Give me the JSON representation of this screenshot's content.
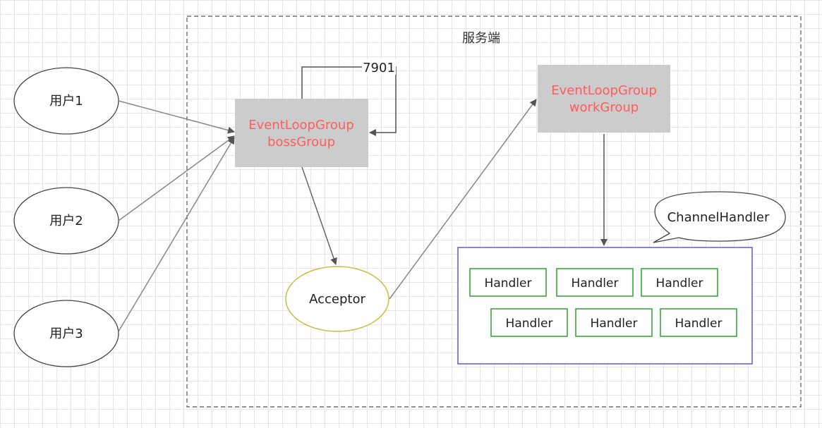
{
  "server": {
    "title": "服务端"
  },
  "users": [
    "用户1",
    "用户2",
    "用户3"
  ],
  "boss": {
    "line1": "EventLoopGroup",
    "line2": "bossGroup",
    "port": "7901"
  },
  "worker": {
    "line1": "EventLoopGroup",
    "line2": "workGroup"
  },
  "acceptor": {
    "label": "Acceptor"
  },
  "channel": {
    "callout": "ChannelHandler"
  },
  "handlers": [
    "Handler",
    "Handler",
    "Handler",
    "Handler",
    "Handler",
    "Handler"
  ],
  "colors": {
    "accent_text": "#ff5c5c",
    "group_fill": "#cccccc",
    "handler_border": "#2ca02c",
    "container_border": "#5b5bd6",
    "acceptor_border": "#c8c040"
  }
}
